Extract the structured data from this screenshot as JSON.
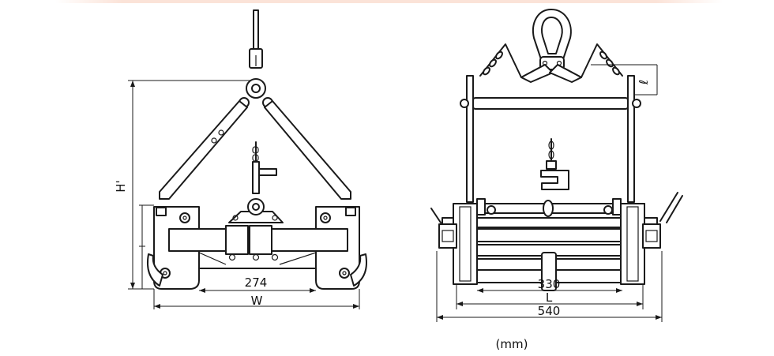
{
  "labels": {
    "dim_inner": "274",
    "dim_width": "W",
    "dim_height": "H'",
    "dim_rail": "330",
    "dim_length": "L",
    "dim_overall": "540",
    "dim_l": "ℓ",
    "units": "(mm)"
  },
  "colors": {
    "line": "#1a1a1a",
    "background": "#ffffff",
    "top_band": "#fbe3d8"
  }
}
